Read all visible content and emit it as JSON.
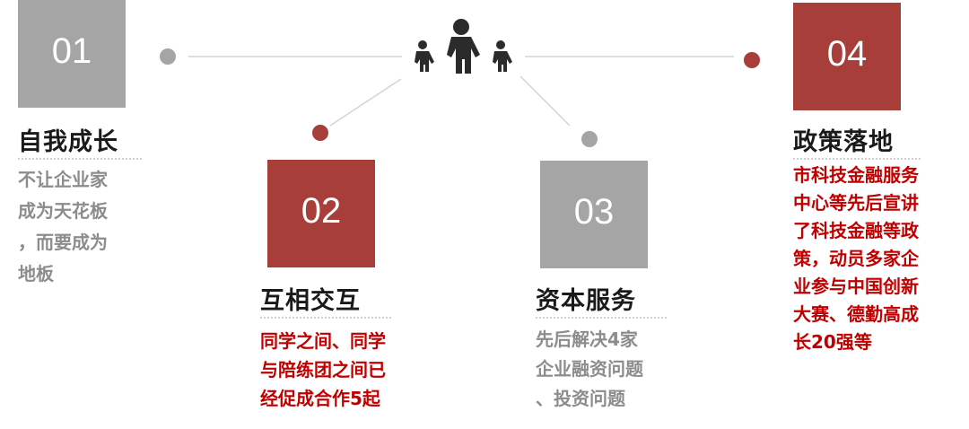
{
  "colors": {
    "accent_red": "#a83e3a",
    "text_red": "#c00000",
    "gray": "#a5a5a5"
  },
  "center_icon": "people-family-icon",
  "items": [
    {
      "number": "01",
      "title": "自我成长",
      "description": "不让企业家\n成为天花板\n，而要成为\n地板"
    },
    {
      "number": "02",
      "title": "互相交互",
      "description": "同学之间、同学\n与陪练团之间已\n经促成合作5起"
    },
    {
      "number": "03",
      "title": "资本服务",
      "description": "先后解决4家\n企业融资问题\n、投资问题"
    },
    {
      "number": "04",
      "title": "政策落地",
      "description": "市科技金融服务\n中心等先后宣讲\n了科技金融等政\n策，动员多家企\n业参与中国创新\n大赛、德勤高成\n长20强等"
    }
  ]
}
